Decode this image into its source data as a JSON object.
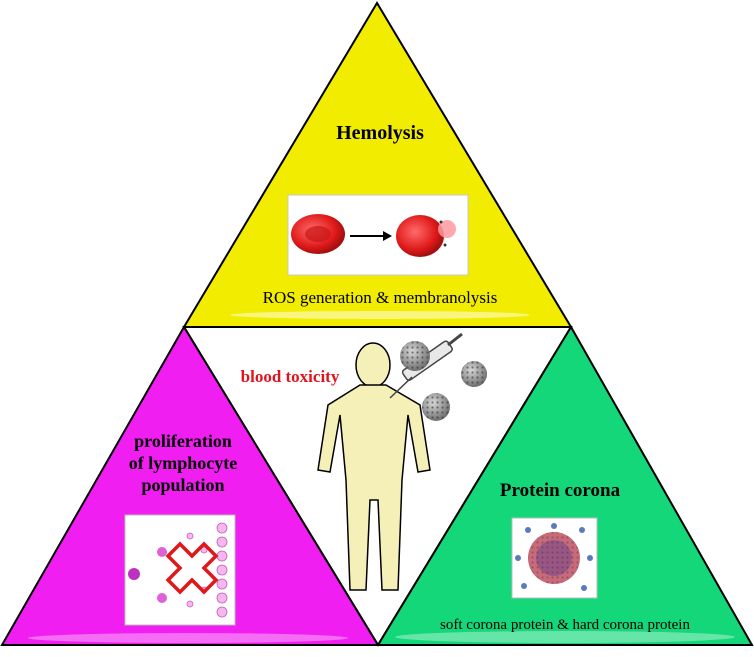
{
  "hemolysis": {
    "title": "Hemolysis",
    "caption": "ROS generation & membranolysis"
  },
  "center": {
    "label": "blood toxicity"
  },
  "lymphocyte": {
    "title_line1": "proliferation",
    "title_line2": "of lymphocyte",
    "title_line3": "population"
  },
  "corona": {
    "title": "Protein corona",
    "caption": "soft corona protein & hard corona protein"
  },
  "colors": {
    "yellow_panel": "#f2ec00",
    "magenta_panel": "#f01ef0",
    "green_panel": "#14d77a",
    "title_red": "#e0141e",
    "body_fill": "#f5efb8"
  }
}
